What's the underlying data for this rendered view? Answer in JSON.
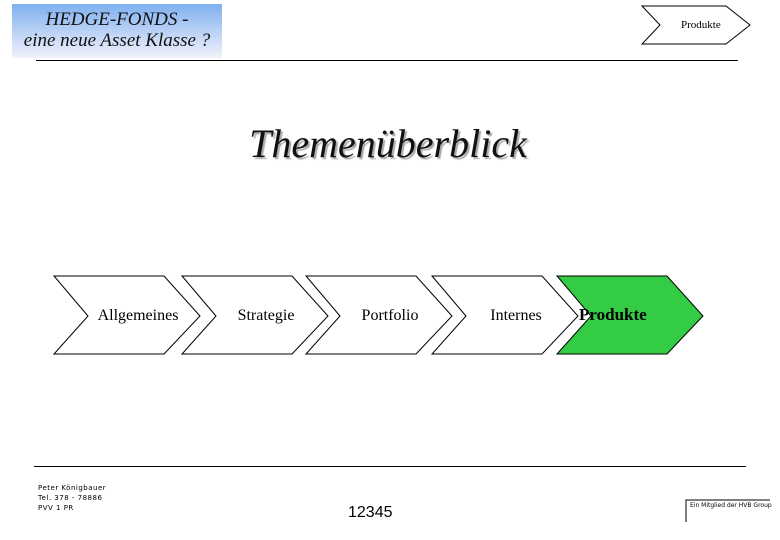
{
  "header": {
    "line1": "HEDGE-FONDS -",
    "line2": "eine neue Asset Klasse ?"
  },
  "nav_button": {
    "label": "Produkte"
  },
  "title": "Themenüberblick",
  "chevrons": [
    {
      "label": "Allgemeines",
      "active": false
    },
    {
      "label": "Strategie",
      "active": false
    },
    {
      "label": "Portfolio",
      "active": false
    },
    {
      "label": "Internes",
      "active": false
    },
    {
      "label": "Produkte",
      "active": true
    }
  ],
  "active_color": "#33cc44",
  "footer": {
    "name": "Peter Königbauer",
    "phone": "Tel. 378 - 78886",
    "dept": "PVV 1 PR",
    "page_number": "12345",
    "org": "Ein Mitglied der HVB Group"
  }
}
